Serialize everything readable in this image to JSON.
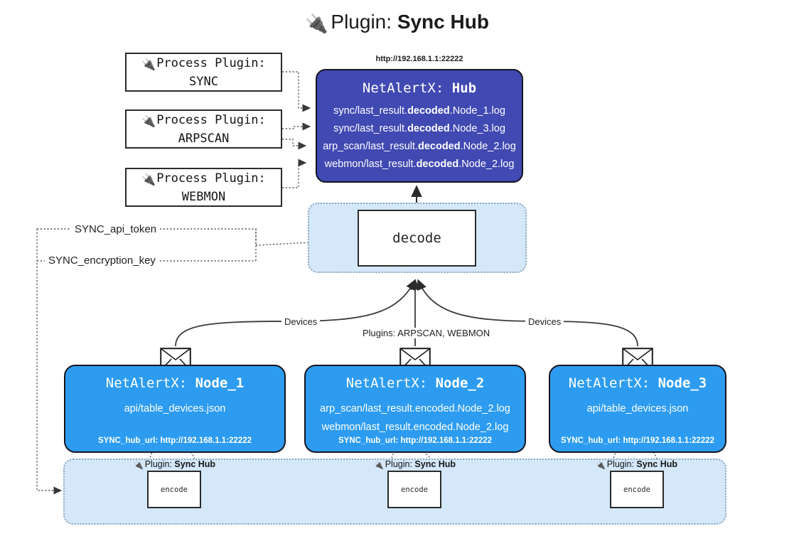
{
  "title": {
    "icon": "plug-icon",
    "glyph": "🔌",
    "prefix": "Plugin: ",
    "name": "Sync Hub"
  },
  "hub": {
    "url": "http://192.168.1.1:22222",
    "header_prefix": "NetAlertX: ",
    "header_name": "Hub",
    "logs": [
      {
        "pre": "sync/last_result.",
        "mid": "decoded",
        "post": ".Node_1.log"
      },
      {
        "pre": "sync/last_result.",
        "mid": "decoded",
        "post": ".Node_3.log"
      },
      {
        "pre": "arp_scan/last_result.",
        "mid": "decoded",
        "post": ".Node_2.log"
      },
      {
        "pre": "webmon/last_result.",
        "mid": "decoded",
        "post": ".Node_2.log"
      }
    ]
  },
  "process_plugins": [
    {
      "line1": "Process Plugin:",
      "line2": "SYNC",
      "icon": "plug-icon",
      "glyph": "🔌"
    },
    {
      "line1": "Process Plugin:",
      "line2": "ARPSCAN",
      "icon": "plug-icon",
      "glyph": "🔌"
    },
    {
      "line1": "Process Plugin:",
      "line2": "WEBMON",
      "icon": "plug-icon",
      "glyph": "🔌"
    }
  ],
  "config_labels": {
    "api_token": "SYNC_api_token",
    "encryption_key": "SYNC_encryption_key"
  },
  "decode": {
    "label": "decode"
  },
  "edge_labels": {
    "devices_left": "Devices",
    "plugins_center": "Plugins: ARPSCAN, WEBMON",
    "devices_right": "Devices"
  },
  "nodes": [
    {
      "header_prefix": "NetAlertX: ",
      "header_name": "Node_1",
      "lines": [
        "api/table_devices.json"
      ],
      "hub_url": "SYNC_hub_url: http://192.168.1.1:22222",
      "envelope_icon": "envelope-icon"
    },
    {
      "header_prefix": "NetAlertX: ",
      "header_name": "Node_2",
      "lines": [
        "arp_scan/last_result.encoded.Node_2.log",
        "webmon/last_result.encoded.Node_2.log"
      ],
      "hub_url": "SYNC_hub_url: http://192.168.1.1:22222",
      "envelope_icon": "envelope-icon"
    },
    {
      "header_prefix": "NetAlertX: ",
      "header_name": "Node_3",
      "lines": [
        "api/table_devices.json"
      ],
      "hub_url": "SYNC_hub_url: http://192.168.1.1:22222",
      "envelope_icon": "envelope-icon"
    }
  ],
  "encode_sections": [
    {
      "plugin_prefix": "Plugin: ",
      "plugin_name": "Sync Hub",
      "box_label": "encode",
      "icon": "plug-icon",
      "glyph": "🔌"
    },
    {
      "plugin_prefix": "Plugin: ",
      "plugin_name": "Sync Hub",
      "box_label": "encode",
      "icon": "plug-icon",
      "glyph": "🔌"
    },
    {
      "plugin_prefix": "Plugin: ",
      "plugin_name": "Sync Hub",
      "box_label": "encode",
      "icon": "plug-icon",
      "glyph": "🔌"
    }
  ],
  "colors": {
    "hub_fill": "#4149b2",
    "node_fill": "#2d9cf0",
    "container_fill": "#d4e8fa",
    "stroke": "#2b2b2b",
    "background": "#ffffff"
  }
}
